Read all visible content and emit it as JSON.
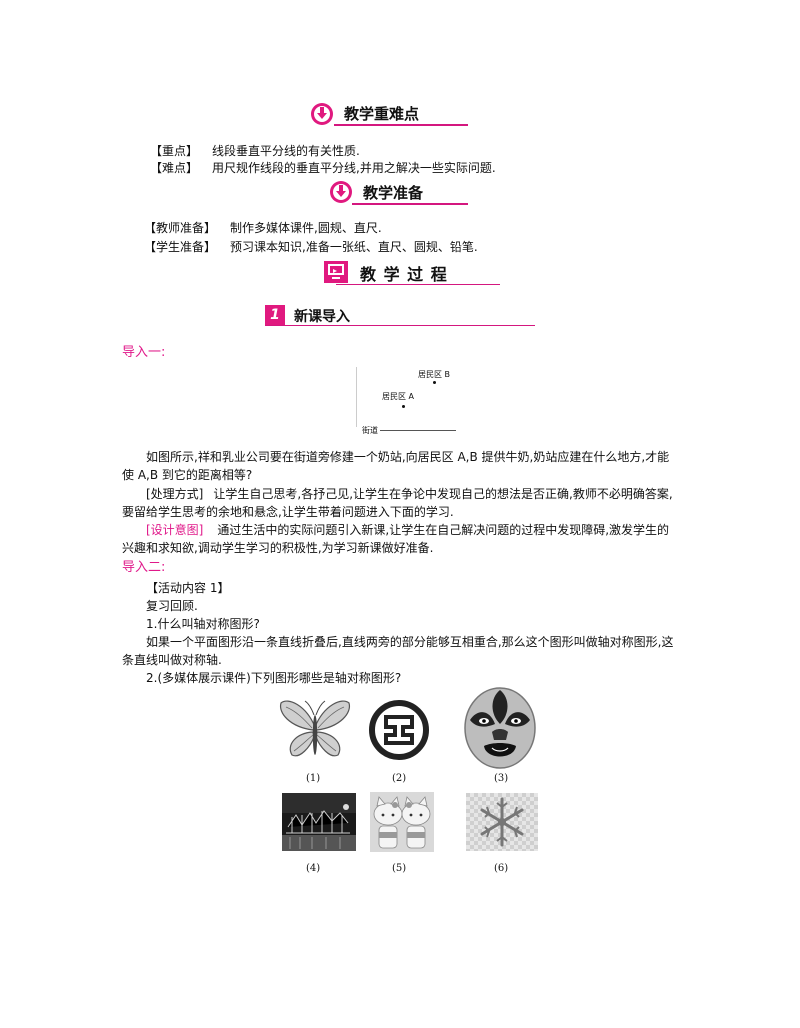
{
  "section1": {
    "title": "教学重难点"
  },
  "key_points": [
    {
      "label": "【重点】",
      "text": "线段垂直平分线的有关性质."
    },
    {
      "label": "【难点】",
      "text": "用尺规作线段的垂直平分线,并用之解决一些实际问题."
    }
  ],
  "section2": {
    "title": "教学准备"
  },
  "prep": [
    {
      "label": "【教师准备】",
      "text": "制作多媒体课件,圆规、直尺."
    },
    {
      "label": "【学生准备】",
      "text": "预习课本知识,准备一张纸、直尺、圆规、铅笔."
    }
  ],
  "section3": {
    "title": "教 学 过 程"
  },
  "part1": {
    "number": "1",
    "title": "新课导入"
  },
  "intro1": {
    "heading": "导入一:"
  },
  "map": {
    "label_b": "居民区 B",
    "label_a": "居民区 A",
    "street": "街道"
  },
  "intro1_text": {
    "line1": "如图所示,祥和乳业公司要在街道旁修建一个奶站,向居民区 A,B 提供牛奶,奶站应建在什么地方,才能",
    "line2": "使 A,B 到它的距离相等?",
    "method_label": "[处理方式]",
    "method_line1": "让学生自己思考,各抒己见,让学生在争论中发现自己的想法是否正确,教师不必明确答案,",
    "method_line2": "要留给学生思考的余地和悬念,让学生带着问题进入下面的学习.",
    "design_label": "[设计意图]",
    "design_line1": "通过生活中的实际问题引入新课,让学生在自己解决问题的过程中发现障碍,激发学生的",
    "design_line2": "兴趣和求知欲,调动学生学习的积极性,为学习新课做好准备."
  },
  "intro2": {
    "heading": "导入二:",
    "activity": "【活动内容 1】",
    "review": "复习回顾.",
    "q1": "1.什么叫轴对称图形?",
    "a1_line1": "如果一个平面图形沿一条直线折叠后,直线两旁的部分能够互相重合,那么这个图形叫做轴对称图形,这",
    "a1_line2": "条直线叫做对称轴.",
    "q2": "2.(多媒体展示课件)下列图形哪些是轴对称图形?"
  },
  "figures": {
    "captions": [
      "(1)",
      "(2)",
      "(3)",
      "(4)",
      "(5)",
      "(6)"
    ],
    "icons": [
      "butterfly-icon",
      "bank-logo-icon",
      "opera-mask-icon",
      "night-scene-image",
      "hello-kitty-image",
      "snowflake-image"
    ]
  },
  "colors": {
    "accent": "#e0198a",
    "rule": "#d4177f"
  }
}
